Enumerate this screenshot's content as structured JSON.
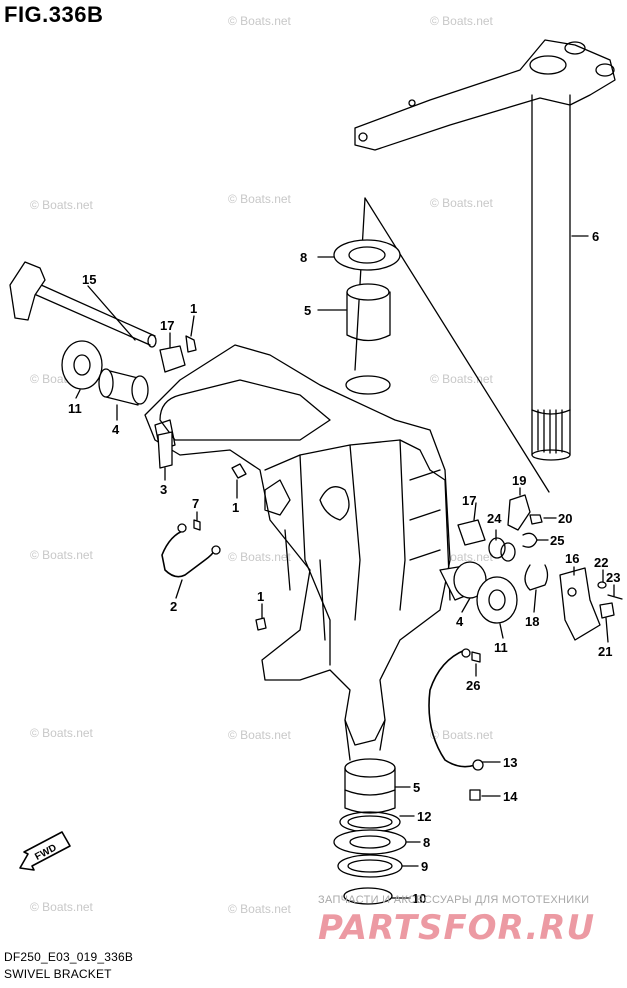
{
  "figure": {
    "title": "FIG.336B",
    "reference_code": "DF250_E03_019_336B",
    "part_name": "SWIVEL BRACKET"
  },
  "watermark_text": "© Boats.net",
  "forward_label": "FWD",
  "brand": {
    "tagline": "ЗАПЧАСТИ И АКСЕССУАРЫ ДЛЯ МОТОТЕХНИКИ",
    "logo": "PARTSFOR.RU",
    "logo_color": "#ec9aa3"
  },
  "callouts": [
    "6",
    "8",
    "5",
    "15",
    "1",
    "17",
    "11",
    "4",
    "3",
    "7",
    "2",
    "1",
    "1",
    "19",
    "20",
    "17",
    "24",
    "25",
    "16",
    "22",
    "23",
    "4",
    "11",
    "18",
    "21",
    "26",
    "13",
    "5",
    "14",
    "12",
    "8",
    "9",
    "10"
  ]
}
